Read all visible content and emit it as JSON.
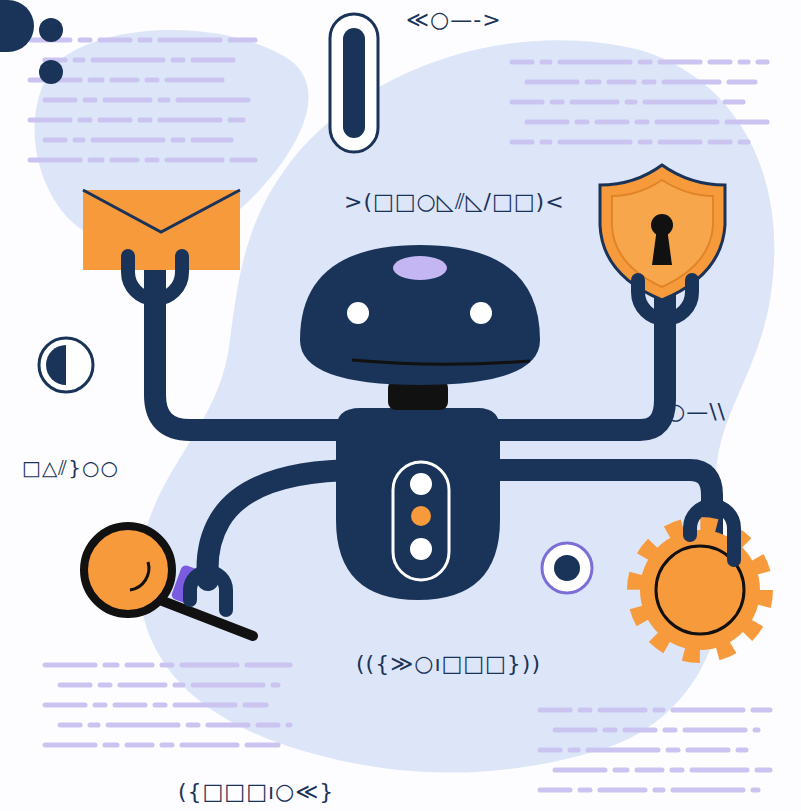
{
  "diagram": {
    "labels": [
      "≪○—->",
      ">(□□○◺⫽◺/□□)<",
      "□△⫽}○○",
      "○—\\\\",
      "(({≫○ı□□□}))",
      "({□□□ı○≪}"
    ]
  }
}
